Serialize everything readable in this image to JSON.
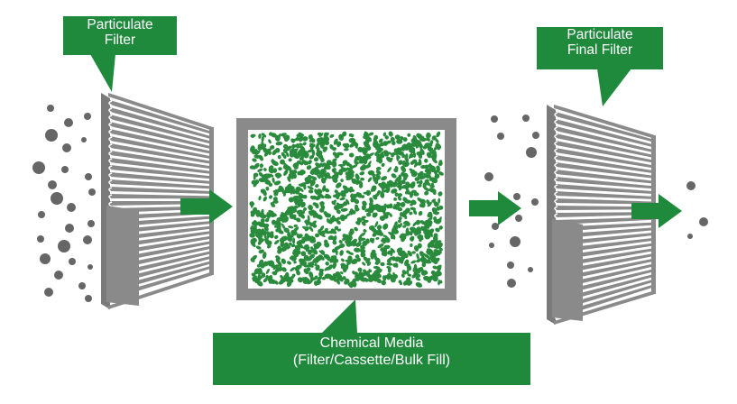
{
  "callouts": {
    "particulate_filter": [
      "Particulate",
      "Filter"
    ],
    "final_filter": [
      "Particulate",
      "Final Filter"
    ],
    "chemical_media": [
      "Chemical Media",
      "(Filter/Cassette/Bulk Fill)"
    ]
  },
  "colors": {
    "brand_green": "#1f8a3c",
    "filter_gray": "#8a8a8a",
    "particle_gray": "#666666",
    "media_green": "#2a8b3d"
  }
}
